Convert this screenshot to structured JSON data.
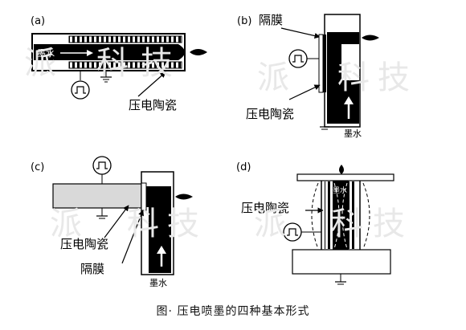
{
  "panels": {
    "a": {
      "tag": "(a)",
      "ink": "墨水",
      "label": "压电陶瓷"
    },
    "b": {
      "tag": "(b)",
      "membrane": "隔膜",
      "label": "压电陶瓷",
      "ink": "墨水"
    },
    "c": {
      "tag": "(c)",
      "label": "压电陶瓷",
      "membrane": "隔膜",
      "ink": "墨水"
    },
    "d": {
      "tag": "(d)",
      "label": "压电陶瓷",
      "ink": "墨水"
    }
  },
  "watermarks": [
    "派",
    "科",
    "技",
    "派",
    "科",
    "技",
    "派",
    "科",
    "技",
    "派",
    "科",
    "技"
  ],
  "caption": "图· 压电喷墨的四种基本形式"
}
